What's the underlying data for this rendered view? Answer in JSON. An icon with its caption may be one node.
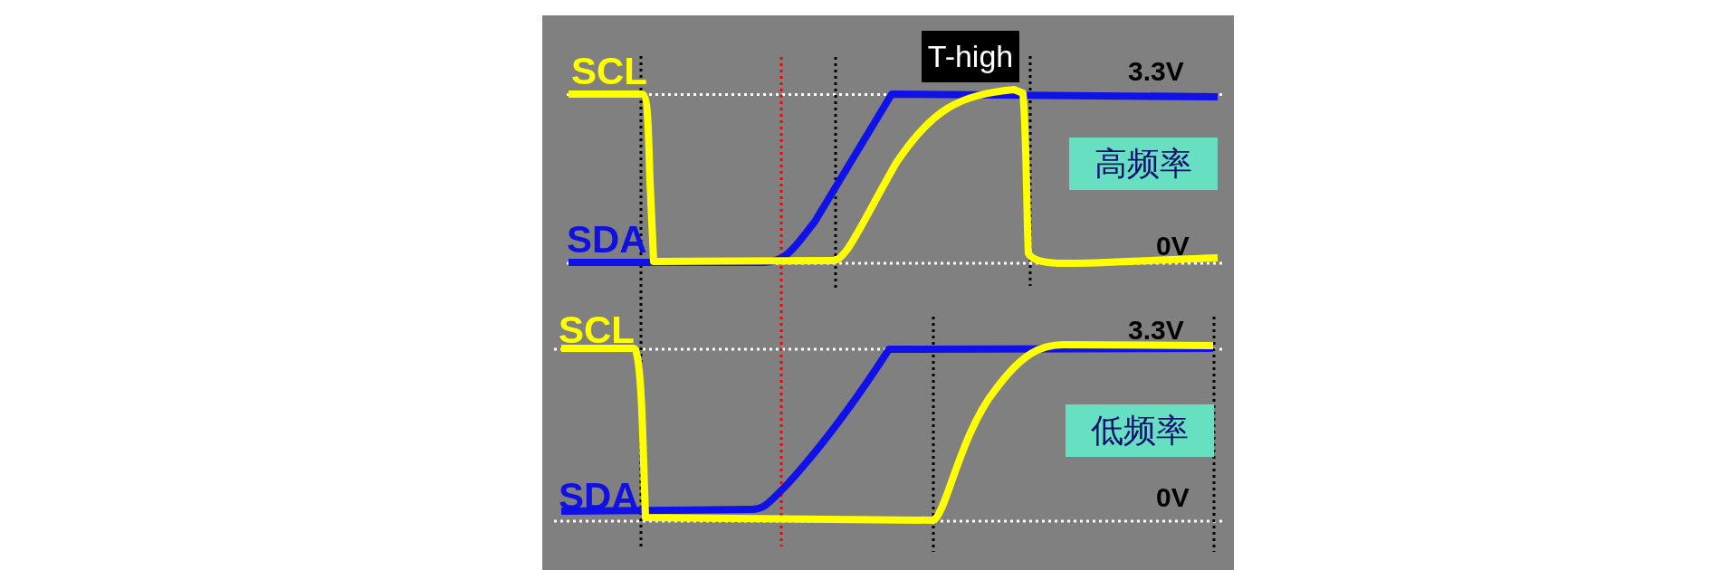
{
  "diagram": {
    "nodes": [
      {
        "text": [
          "T-high"
        ]
      },
      {
        "text": [
          "高频率"
        ]
      },
      {
        "text": [
          "低频率"
        ]
      }
    ],
    "labels": [
      "SCL",
      "3.3V",
      "SDA",
      "0V",
      "SCL",
      "3.3V",
      "SDA",
      "0V"
    ]
  }
}
